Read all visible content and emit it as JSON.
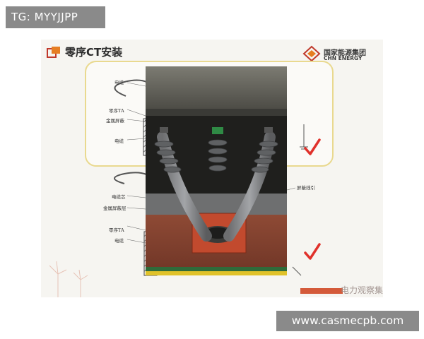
{
  "watermarks": {
    "top_tag": "TG: MYYJJPP",
    "bottom_url": "www.casmecpb.com",
    "footer_mark": "电力观察集团"
  },
  "slide": {
    "title": "零序CT安装",
    "logo_cn": "国家能源集团",
    "logo_en": "CHN ENERGY",
    "top_diagram_labels": [
      "电缆",
      "零序TA",
      "金属屏蔽",
      "电缆"
    ],
    "bottom_diagram_labels": [
      "电缆芯",
      "金属屏蔽层",
      "零序TA",
      "电缆",
      "屏蔽线引"
    ],
    "colors": {
      "check": "#e0312b",
      "top_panel_border": "#e9d98f",
      "bottom_panel_border": "#e9bdbd",
      "title": "#2b2b2b"
    },
    "icons": [
      "slide-header-icon",
      "chn-energy-logo-icon",
      "check-mark-icon"
    ]
  }
}
